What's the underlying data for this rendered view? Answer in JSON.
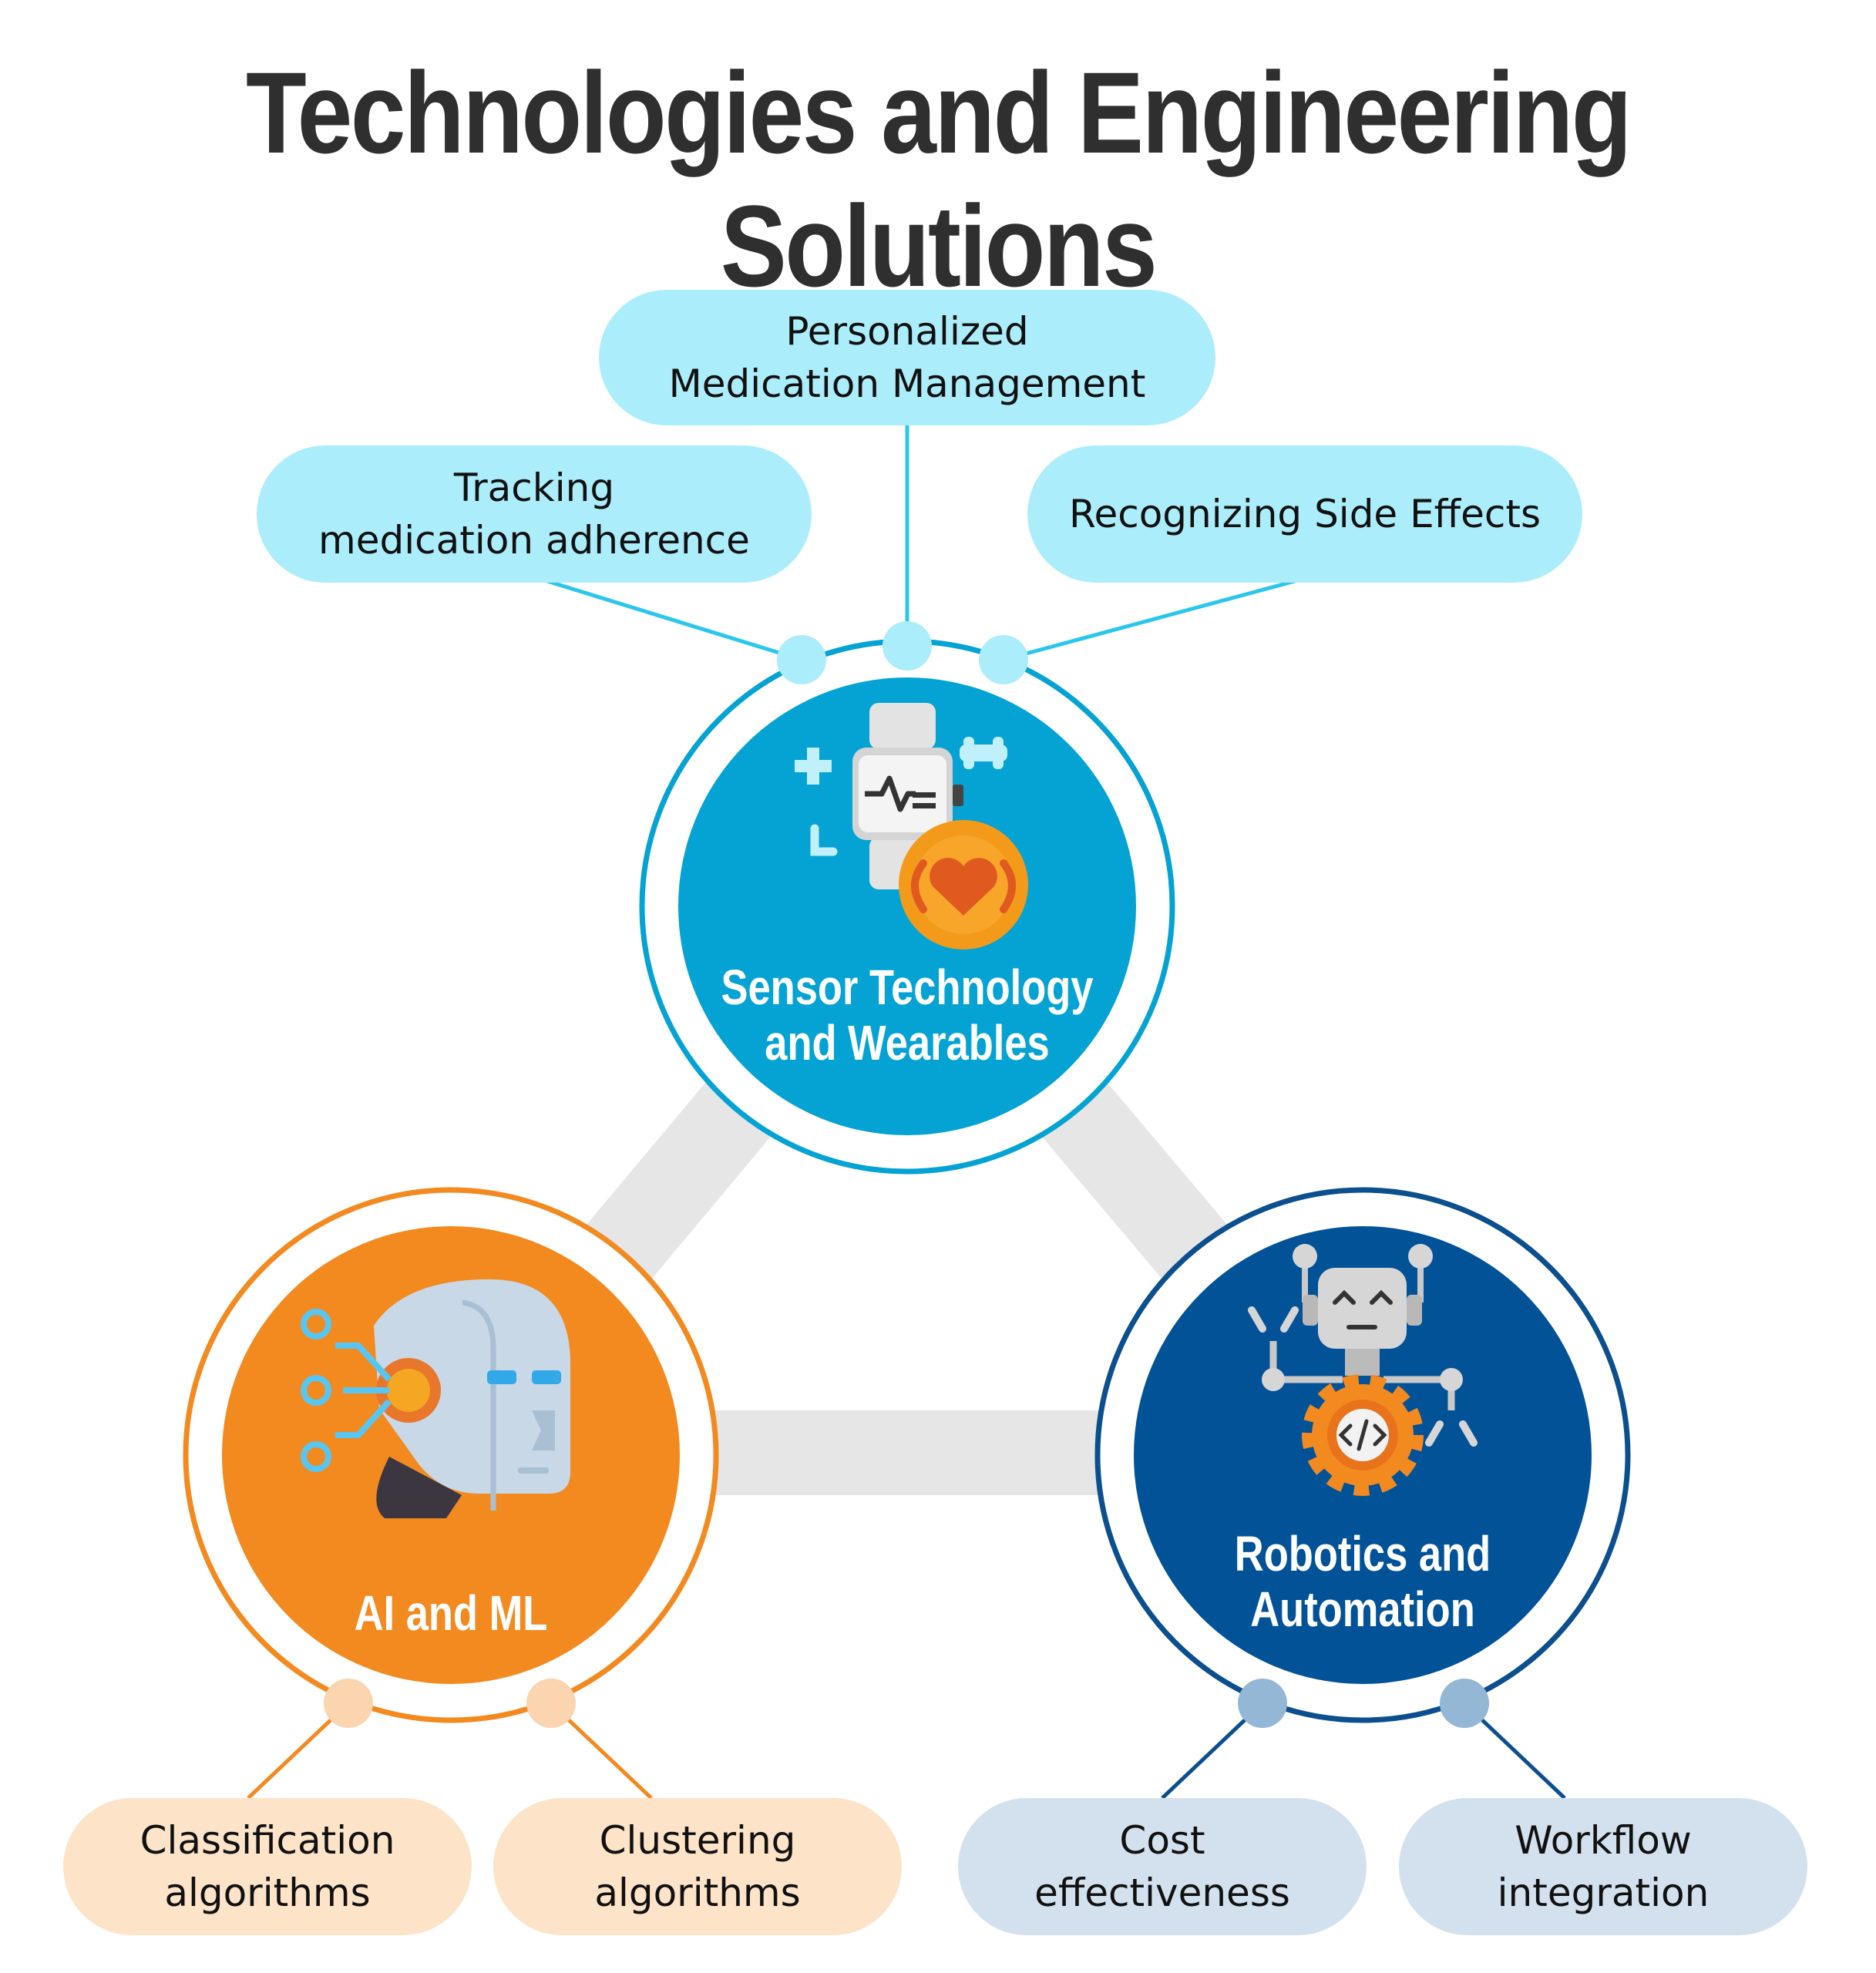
{
  "title": "Technologies and Engineering Solutions",
  "colors": {
    "cyan": "#04a3d3",
    "cyan_light": "#acedfb",
    "orange": "#f38a20",
    "orange_light": "#fde3c8",
    "navy": "#025298",
    "navy_light": "#d3e1ee",
    "connector_gray": "#e6e6e6"
  },
  "hubs": {
    "sensor": {
      "label": "Sensor Technology\nand Wearables",
      "icon": "smartwatch-heart-icon"
    },
    "ai": {
      "label": "AI and ML",
      "icon": "robot-head-icon"
    },
    "robotics": {
      "label": "Robotics and\nAutomation",
      "icon": "robot-gear-icon"
    }
  },
  "sensor_items": [
    "Tracking\nmedication adherence",
    "Personalized\nMedication Management",
    "Recognizing Side Effects"
  ],
  "ai_items": [
    "Classification\nalgorithms",
    "Clustering\nalgorithms"
  ],
  "robotics_items": [
    "Cost\neffectiveness",
    "Workflow\nintegration"
  ]
}
